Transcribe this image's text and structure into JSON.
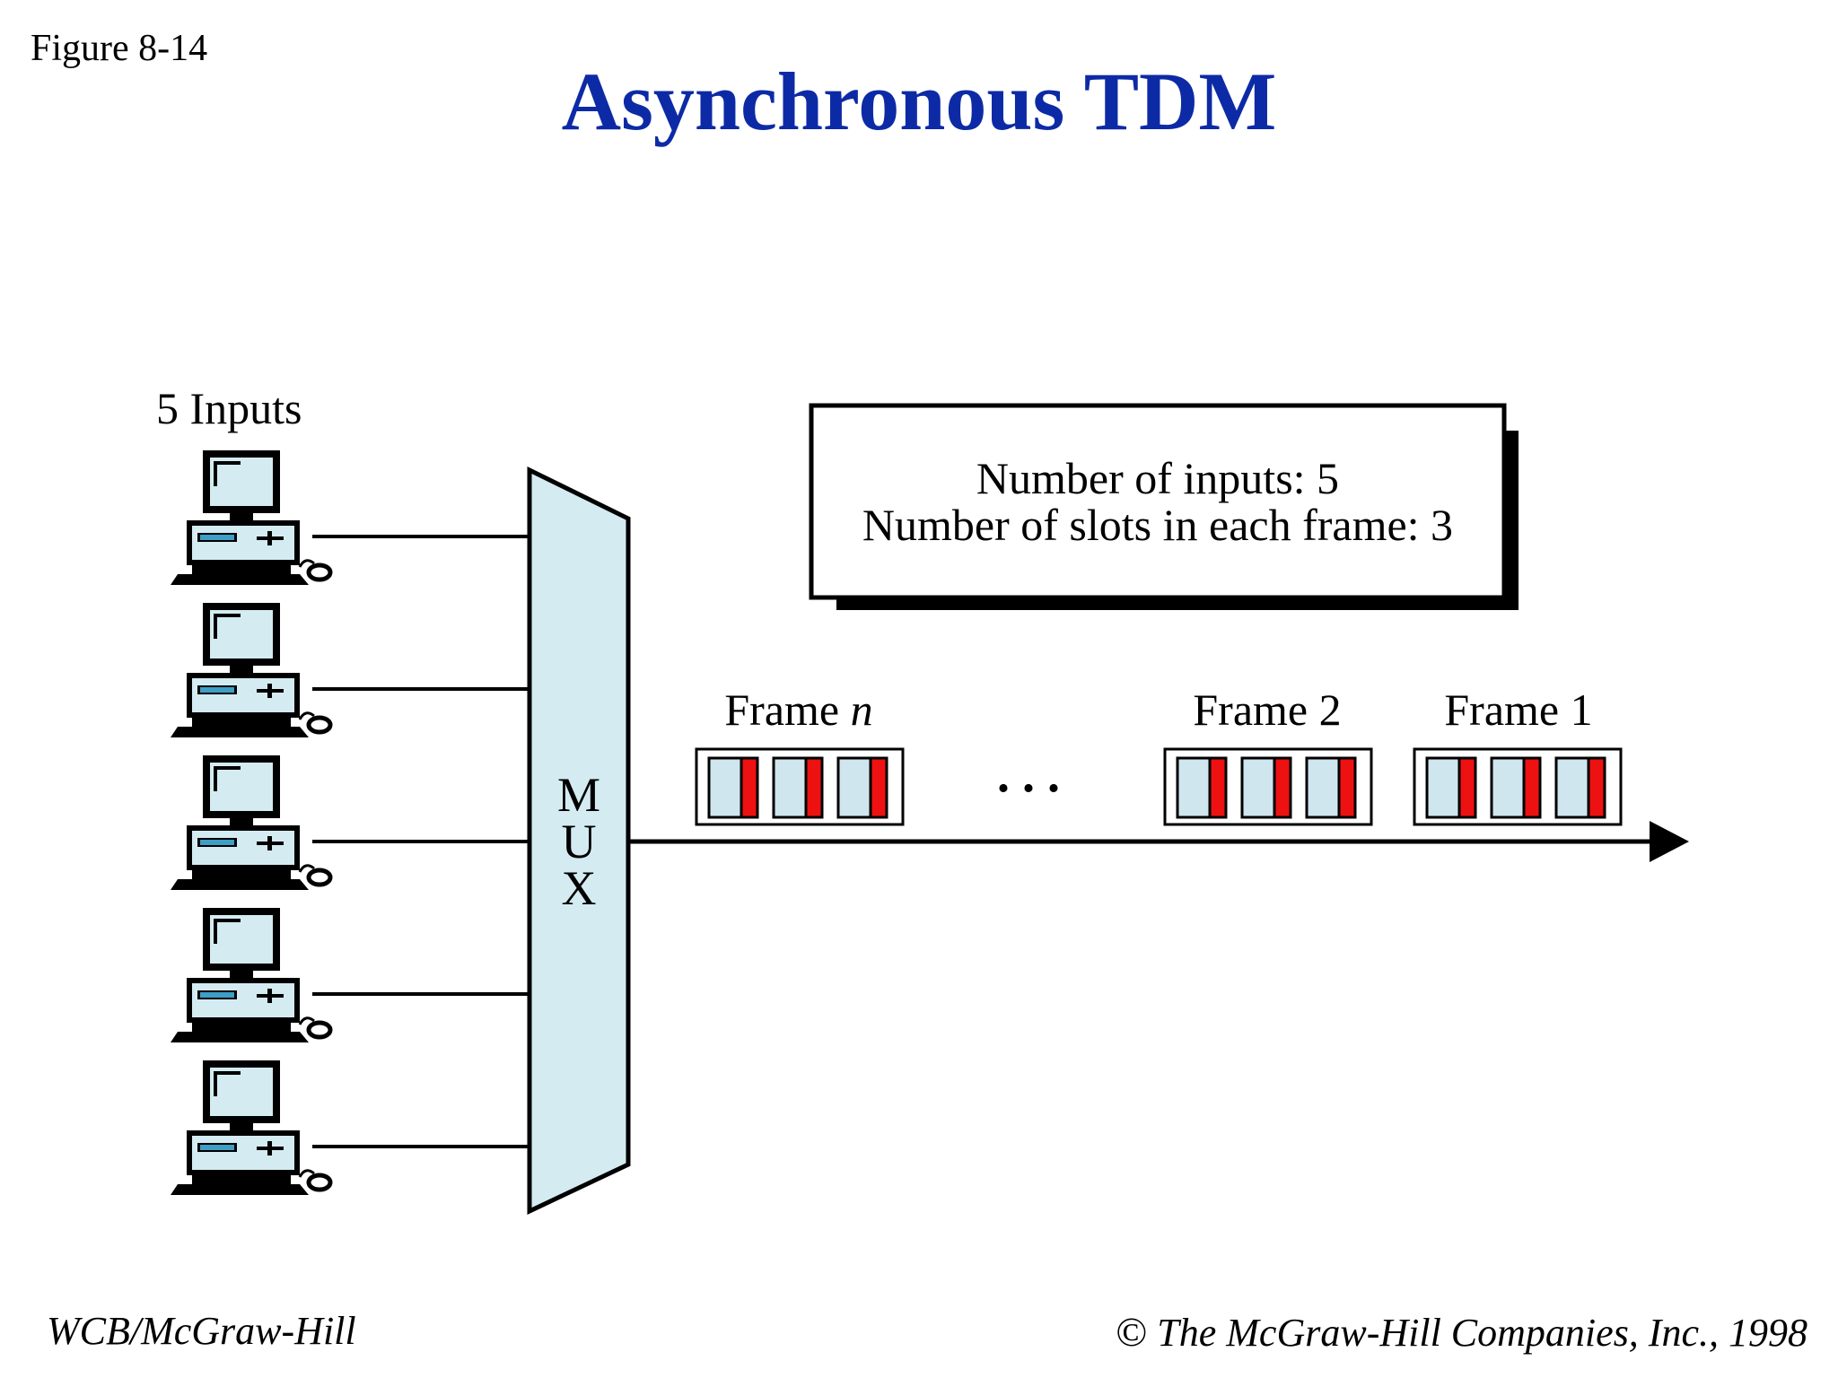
{
  "figure_label": "Figure 8-14",
  "title": "Asynchronous TDM",
  "inputs_label": "5 Inputs",
  "mux_letters": [
    "M",
    "U",
    "X"
  ],
  "info_box": {
    "line1": "Number of inputs: 5",
    "line2": "Number of slots in each frame: 3"
  },
  "frames": [
    {
      "name": "Frame",
      "suffix": "n"
    },
    {
      "name": "Frame",
      "suffix": "2"
    },
    {
      "name": "Frame",
      "suffix": "1"
    }
  ],
  "ellipsis": ". . .",
  "footer": {
    "left": "WCB/McGraw-Hill",
    "copyright_symbol": "©",
    "right": "The McGraw-Hill Companies, Inc., 1998"
  },
  "colors": {
    "title": "#0d2aa6",
    "mux_fill": "#d4ebf2",
    "slot_fill": "#cfe6ee",
    "slot_mark": "#ee1111",
    "screen": "#d4ebf2",
    "accent_blue": "#3f9ec6"
  }
}
